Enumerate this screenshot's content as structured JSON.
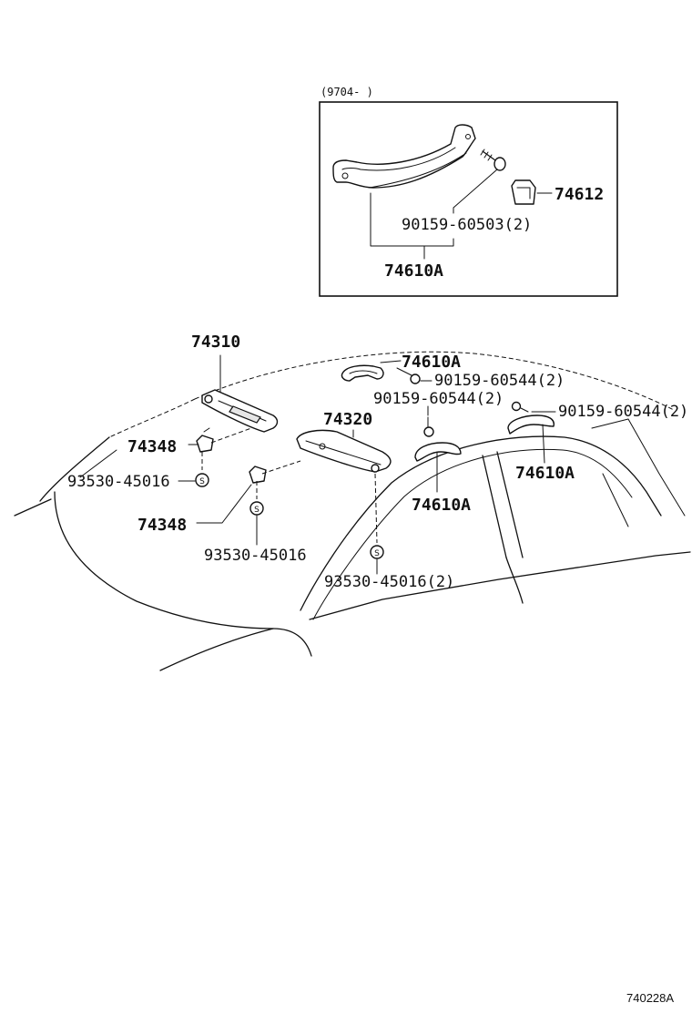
{
  "inset": {
    "date_range": "(9704-  )",
    "labels": {
      "clip": "74612",
      "screw": "90159-60503(2)",
      "grip": "74610A"
    }
  },
  "main": {
    "labels": {
      "visor_left": "74310",
      "visor_right": "74320",
      "holder_upper": "74348",
      "holder_lower": "74348",
      "clip_s_1": "93530-45016",
      "clip_s_2": "93530-45016",
      "clip_s_3": "93530-45016(2)",
      "grip_front": "74610A",
      "screw_front": "90159-60544(2)",
      "screw_mid": "90159-60544(2)",
      "screw_rear": "90159-60544(2)",
      "grip_mid": "74610A",
      "grip_rear": "74610A"
    },
    "clip_symbol": "S"
  },
  "footer": {
    "diagram_code": "740228A"
  }
}
